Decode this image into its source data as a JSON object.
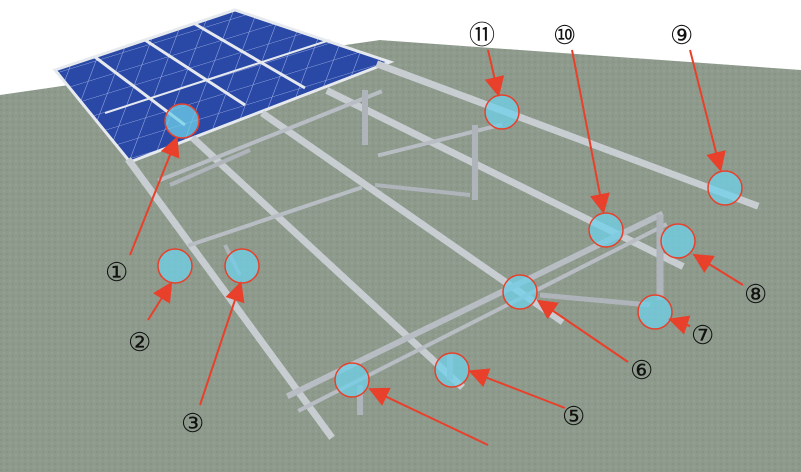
{
  "colors": {
    "ground": "#8d9a8c",
    "panel": "#2a49a6",
    "rail": "#c8cdd2",
    "callout_arrow": "#e8402a",
    "callout_fill": "#6fd0ea"
  },
  "callouts": [
    {
      "id": "c1",
      "label": "①"
    },
    {
      "id": "c2",
      "label": "②"
    },
    {
      "id": "c3",
      "label": "③"
    },
    {
      "id": "c5",
      "label": "⑤"
    },
    {
      "id": "c6",
      "label": "⑥"
    },
    {
      "id": "c7",
      "label": "⑦"
    },
    {
      "id": "c8",
      "label": "⑧"
    },
    {
      "id": "c9",
      "label": "⑨"
    },
    {
      "id": "c10",
      "label": "⑩"
    },
    {
      "id": "c11",
      "label": "⑪"
    }
  ]
}
